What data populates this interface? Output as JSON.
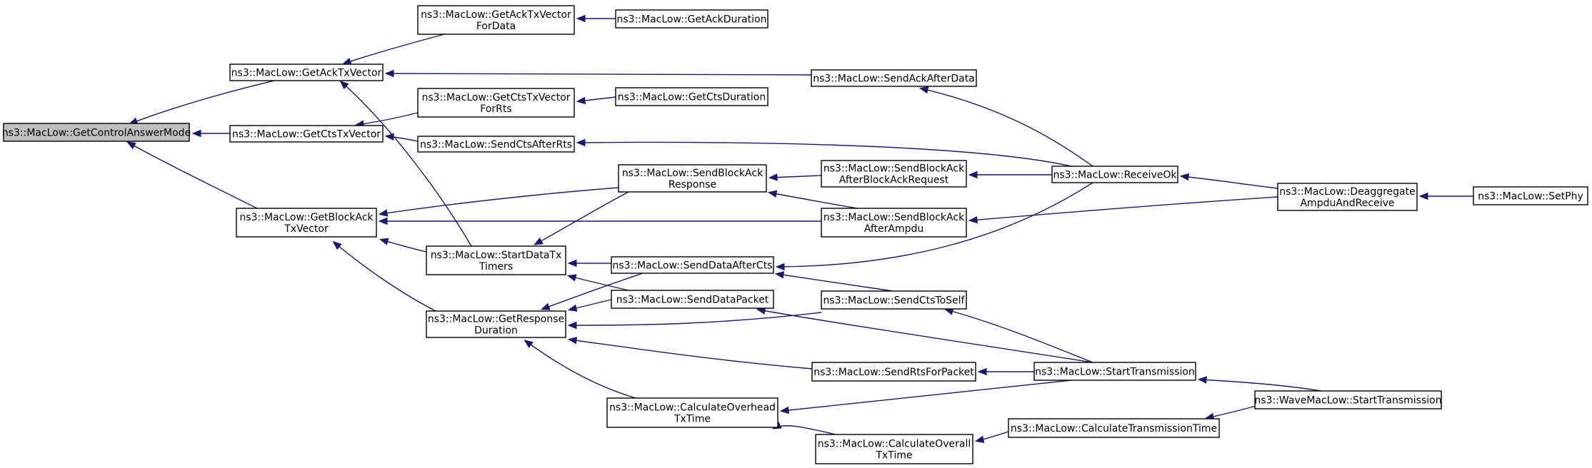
{
  "graph": {
    "nodes": [
      {
        "id": "getcontrolanswermode",
        "lines": [
          "ns3::MacLow::GetControlAnswerMode"
        ],
        "root": true
      },
      {
        "id": "getacktxvector",
        "lines": [
          "ns3::MacLow::GetAckTxVector"
        ]
      },
      {
        "id": "getctstxvector",
        "lines": [
          "ns3::MacLow::GetCtsTxVector"
        ]
      },
      {
        "id": "getblockacktxvector",
        "lines": [
          "ns3::MacLow::GetBlockAck",
          "TxVector"
        ]
      },
      {
        "id": "getacktxvectorfordata",
        "lines": [
          "ns3::MacLow::GetAckTxVector",
          "ForData"
        ]
      },
      {
        "id": "getackduration",
        "lines": [
          "ns3::MacLow::GetAckDuration"
        ]
      },
      {
        "id": "getctstxvectorforrts",
        "lines": [
          "ns3::MacLow::GetCtsTxVector",
          "ForRts"
        ]
      },
      {
        "id": "getctsduration",
        "lines": [
          "ns3::MacLow::GetCtsDuration"
        ]
      },
      {
        "id": "sendctsafterrts",
        "lines": [
          "ns3::MacLow::SendCtsAfterRts"
        ]
      },
      {
        "id": "sendackafterdata",
        "lines": [
          "ns3::MacLow::SendAckAfterData"
        ]
      },
      {
        "id": "startdatatxtimers",
        "lines": [
          "ns3::MacLow::StartDataTx",
          "Timers"
        ]
      },
      {
        "id": "getresponseduration",
        "lines": [
          "ns3::MacLow::GetResponse",
          "Duration"
        ]
      },
      {
        "id": "sendblockackresponse",
        "lines": [
          "ns3::MacLow::SendBlockAck",
          "Response"
        ]
      },
      {
        "id": "senddataafterctsn",
        "lines": [
          "ns3::MacLow::SendDataAfterCts"
        ]
      },
      {
        "id": "senddatapacket",
        "lines": [
          "ns3::MacLow::SendDataPacket"
        ]
      },
      {
        "id": "calculateoverheadtxtime",
        "lines": [
          "ns3::MacLow::CalculateOverhead",
          "TxTime"
        ]
      },
      {
        "id": "sendblockackafterblockackrequest",
        "lines": [
          "ns3::MacLow::SendBlockAck",
          "AfterBlockAckRequest"
        ]
      },
      {
        "id": "sendblockackafterampdu",
        "lines": [
          "ns3::MacLow::SendBlockAck",
          "AfterAmpdu"
        ]
      },
      {
        "id": "sendctstoself",
        "lines": [
          "ns3::MacLow::SendCtsToSelf"
        ]
      },
      {
        "id": "sendrtsforpacket",
        "lines": [
          "ns3::MacLow::SendRtsForPacket"
        ]
      },
      {
        "id": "calculateoveralltxtime",
        "lines": [
          "ns3::MacLow::CalculateOverall",
          "TxTime"
        ]
      },
      {
        "id": "receiveok",
        "lines": [
          "ns3::MacLow::ReceiveOk"
        ]
      },
      {
        "id": "starttransmission",
        "lines": [
          "ns3::MacLow::StartTransmission"
        ]
      },
      {
        "id": "calculatetransmissiontime",
        "lines": [
          "ns3::MacLow::CalculateTransmissionTime"
        ]
      },
      {
        "id": "deaggregateampduandreceive",
        "lines": [
          "ns3::MacLow::Deaggregate",
          "AmpduAndReceive"
        ]
      },
      {
        "id": "wavemaclowstarttransmission",
        "lines": [
          "ns3::WaveMacLow::StartTransmission"
        ]
      },
      {
        "id": "setphy",
        "lines": [
          "ns3::MacLow::SetPhy"
        ]
      }
    ],
    "edges": [
      {
        "from": "getacktxvector",
        "to": "getcontrolanswermode"
      },
      {
        "from": "getctstxvector",
        "to": "getcontrolanswermode"
      },
      {
        "from": "getblockacktxvector",
        "to": "getcontrolanswermode"
      },
      {
        "from": "getacktxvectorfordata",
        "to": "getacktxvector"
      },
      {
        "from": "sendackafterdata",
        "to": "getacktxvector"
      },
      {
        "from": "startdatatxtimers",
        "to": "getacktxvector"
      },
      {
        "from": "getackduration",
        "to": "getacktxvectorfordata"
      },
      {
        "from": "getctstxvectorforrts",
        "to": "getctstxvector"
      },
      {
        "from": "sendctsafterrts",
        "to": "getctstxvector"
      },
      {
        "from": "getctsduration",
        "to": "getctstxvectorforrts"
      },
      {
        "from": "sendblockackresponse",
        "to": "getblockacktxvector"
      },
      {
        "from": "sendblockackafterampdu",
        "to": "getblockacktxvector"
      },
      {
        "from": "startdatatxtimers",
        "to": "getblockacktxvector"
      },
      {
        "from": "getresponseduration",
        "to": "getblockacktxvector"
      },
      {
        "from": "sendblockackresponse",
        "to": "startdatatxtimers"
      },
      {
        "from": "senddataafterctsn",
        "to": "startdatatxtimers"
      },
      {
        "from": "senddatapacket",
        "to": "startdatatxtimers"
      },
      {
        "from": "senddataafterctsn",
        "to": "getresponseduration"
      },
      {
        "from": "senddatapacket",
        "to": "getresponseduration"
      },
      {
        "from": "sendctstoself",
        "to": "getresponseduration"
      },
      {
        "from": "sendrtsforpacket",
        "to": "getresponseduration"
      },
      {
        "from": "calculateoverheadtxtime",
        "to": "getresponseduration"
      },
      {
        "from": "receiveok",
        "to": "sendackafterdata"
      },
      {
        "from": "receiveok",
        "to": "sendctsafterrts"
      },
      {
        "from": "sendblockackafterblockackrequest",
        "to": "sendblockackresponse"
      },
      {
        "from": "sendblockackafterampdu",
        "to": "sendblockackresponse"
      },
      {
        "from": "receiveok",
        "to": "sendblockackafterblockackrequest"
      },
      {
        "from": "deaggregateampduandreceive",
        "to": "sendblockackafterampdu"
      },
      {
        "from": "receiveok",
        "to": "senddataafterctsn"
      },
      {
        "from": "sendctstoself",
        "to": "senddataafterctsn"
      },
      {
        "from": "starttransmission",
        "to": "senddatapacket"
      },
      {
        "from": "starttransmission",
        "to": "sendctstoself"
      },
      {
        "from": "starttransmission",
        "to": "sendrtsforpacket"
      },
      {
        "from": "starttransmission",
        "to": "calculateoverheadtxtime"
      },
      {
        "from": "calculateoveralltxtime",
        "to": "calculateoverheadtxtime"
      },
      {
        "from": "calculatetransmissiontime",
        "to": "calculateoveralltxtime"
      },
      {
        "from": "deaggregateampduandreceive",
        "to": "receiveok"
      },
      {
        "from": "wavemaclowstarttransmission",
        "to": "starttransmission"
      },
      {
        "from": "wavemaclowstarttransmission",
        "to": "calculatetransmissiontime"
      },
      {
        "from": "setphy",
        "to": "deaggregateampduandreceive"
      }
    ]
  }
}
